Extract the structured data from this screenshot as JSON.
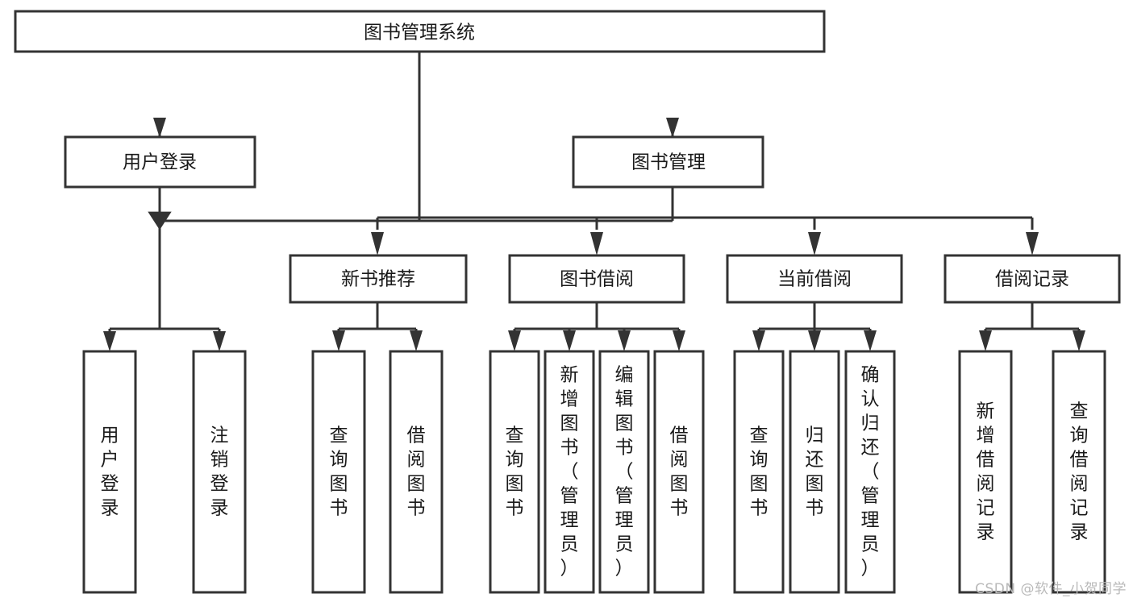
{
  "diagram": {
    "title": "图书管理系统",
    "watermark": "CSDN @软件_小贺同学",
    "colors": {
      "stroke": "#333333",
      "fill": "#ffffff",
      "text": "#1a1a1a",
      "watermark": "#b9b9b9"
    },
    "nodes": {
      "root": {
        "label": "图书管理系统"
      },
      "level2": [
        {
          "label": "用户登录"
        },
        {
          "label": "图书管理"
        }
      ],
      "level3": [
        {
          "label": "新书推荐"
        },
        {
          "label": "图书借阅"
        },
        {
          "label": "当前借阅"
        },
        {
          "label": "借阅记录"
        }
      ],
      "leaves": {
        "user_login": [
          {
            "label": "用户登录"
          },
          {
            "label": "注销登录"
          }
        ],
        "new_book": [
          {
            "label": "查询图书"
          },
          {
            "label": "借阅图书"
          }
        ],
        "book_borrow": [
          {
            "label": "查询图书"
          },
          {
            "label": "新增图书（管理员）"
          },
          {
            "label": "编辑图书（管理员）"
          },
          {
            "label": "借阅图书"
          }
        ],
        "current_borrow": [
          {
            "label": "查询图书"
          },
          {
            "label": "归还图书"
          },
          {
            "label": "确认归还（管理员）"
          }
        ],
        "borrow_record": [
          {
            "label": "新增借阅记录"
          },
          {
            "label": "查询借阅记录"
          }
        ]
      }
    }
  }
}
